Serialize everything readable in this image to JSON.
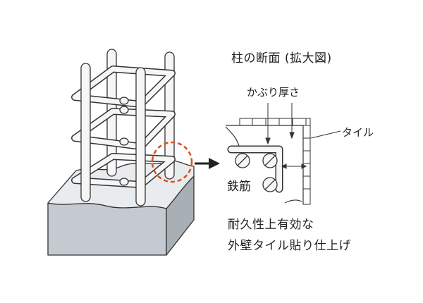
{
  "labels": {
    "section_title": "柱の断面 (拡大図)",
    "cover_thickness": "かぶり厚さ",
    "tile": "タイル",
    "rebar": "鉄筋",
    "description_line1": "耐久性上有効な",
    "description_line2": "外壁タイル貼り仕上げ"
  },
  "colors": {
    "line": "#333333",
    "rebar_fill": "#f6f6f6",
    "concrete_top": "#e9ecef",
    "concrete_front": "#c4cacf",
    "concrete_side": "#a9b0b5",
    "highlight_circle": "#d9541e",
    "arrow": "#222222"
  }
}
